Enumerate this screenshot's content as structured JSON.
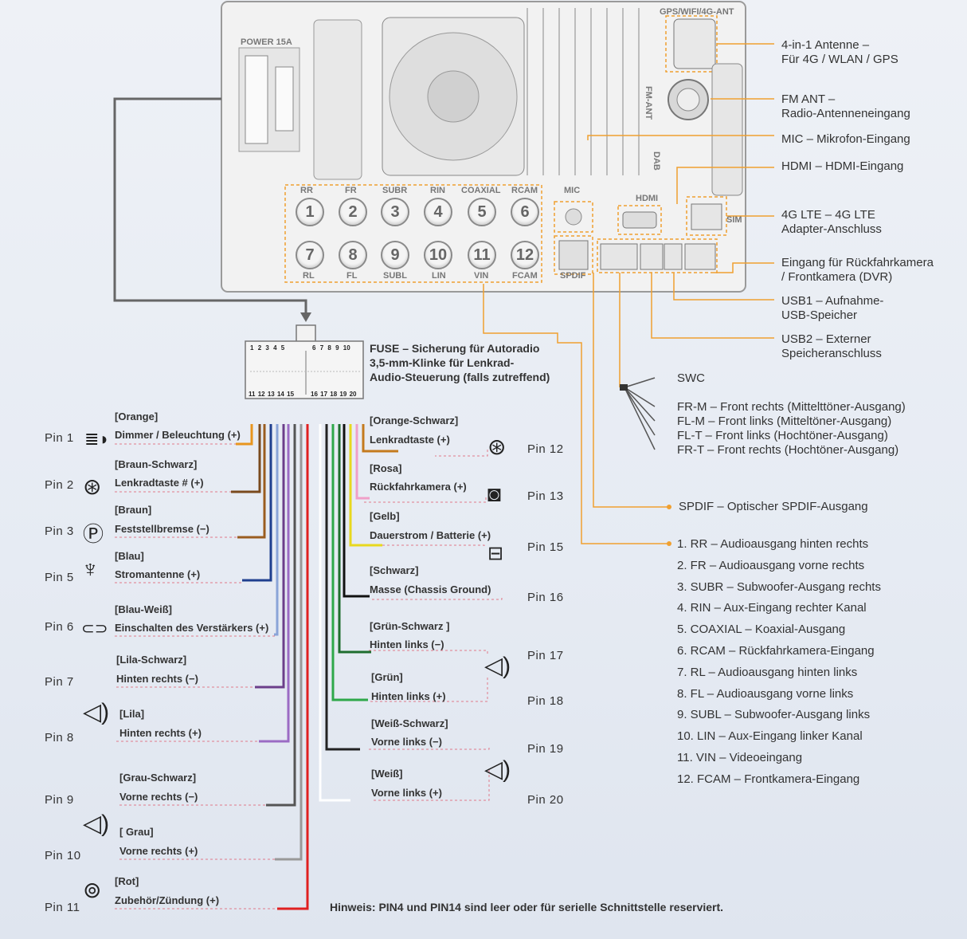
{
  "unit": {
    "power_label": "POWER 15A",
    "antenna_label": "GPS/WIFI/4G-ANT",
    "fm_label": "FM-ANT",
    "dab_label": "DAB",
    "mic_label": "MIC",
    "hdmi_label": "HDMI",
    "sim_label": "SIM",
    "spdif_label": "SPDIF",
    "top_ports": [
      "RR",
      "FR",
      "SUBR",
      "RIN",
      "COAXIAL",
      "RCAM"
    ],
    "top_numbers": [
      "1",
      "2",
      "3",
      "4",
      "5",
      "6"
    ],
    "bottom_ports": [
      "RL",
      "FL",
      "SUBL",
      "LIN",
      "VIN",
      "FCAM"
    ],
    "bottom_numbers": [
      "7",
      "8",
      "9",
      "10",
      "11",
      "12"
    ]
  },
  "right_callouts": [
    {
      "line1": "4-in-1 Antenne –",
      "line2": "Für 4G / WLAN / GPS"
    },
    {
      "line1": "FM ANT –",
      "line2": "Radio-Antenneneingang"
    },
    {
      "line1": "MIC – Mikrofon-Eingang",
      "line2": ""
    },
    {
      "line1": "HDMI – HDMI-Eingang",
      "line2": ""
    },
    {
      "line1": "4G LTE – 4G LTE",
      "line2": "Adapter-Anschluss"
    },
    {
      "line1": "Eingang für Rückfahrkamera",
      "line2": "/ Frontkamera (DVR)"
    },
    {
      "line1": "USB1 – Aufnahme-",
      "line2": "USB-Speicher"
    },
    {
      "line1": "USB2 – Externer",
      "line2": "Speicheranschluss"
    }
  ],
  "swc": {
    "label": "SWC",
    "items": [
      "FR-M – Front rechts (Mittelttöner-Ausgang)",
      "FL-M – Front links (Mitteltöner-Ausgang)",
      "FL-T – Front links (Hochtöner-Ausgang)",
      "FR-T – Front rechts (Hochtöner-Ausgang)"
    ]
  },
  "spdif_callout": "SPDIF – Optischer SPDIF-Ausgang",
  "rca_list": [
    "1. RR – Audioausgang hinten rechts",
    "2. FR – Audioausgang vorne rechts",
    "3. SUBR – Subwoofer-Ausgang rechts",
    "4. RIN – Aux-Eingang rechter Kanal",
    "5. COAXIAL – Koaxial-Ausgang",
    "6. RCAM – Rückfahrkamera-Eingang",
    "7. RL – Audioausgang hinten links",
    "8. FL – Audioausgang vorne links",
    "9. SUBL – Subwoofer-Ausgang links",
    "10. LIN – Aux-Eingang linker Kanal",
    "11. VIN – Videoeingang",
    "12. FCAM – Frontkamera-Eingang"
  ],
  "connector": {
    "top_left": [
      "1",
      "2",
      "3",
      "4",
      "5"
    ],
    "top_right": [
      "6",
      "7",
      "8",
      "9",
      "10"
    ],
    "bottom_left": [
      "11",
      "12",
      "13",
      "14",
      "15"
    ],
    "bottom_right": [
      "16",
      "17",
      "18",
      "19",
      "20"
    ]
  },
  "fuse_note": [
    "FUSE – Sicherung für Autoradio",
    "3,5-mm-Klinke für Lenkrad-",
    "Audio-Steuerung (falls zutreffend)"
  ],
  "left_pins": [
    {
      "pin": "Pin 1",
      "color_name": "[Orange]",
      "function": "Dimmer / Beleuchtung (+)",
      "wire": "#e8951e",
      "icon": "light-icon"
    },
    {
      "pin": "Pin 2",
      "color_name": "[Braun-Schwarz]",
      "function": "Lenkradtaste # (+)",
      "wire": "#7a4a1e",
      "icon": "steering-wheel-icon"
    },
    {
      "pin": "Pin 3",
      "color_name": "[Braun]",
      "function": "Feststellbremse (−)",
      "wire": "#9a5c1f",
      "icon": "parking-brake-icon"
    },
    {
      "pin": "Pin 5",
      "color_name": "[Blau]",
      "function": "Stromantenne (+)",
      "wire": "#1f3f8f",
      "icon": "antenna-icon"
    },
    {
      "pin": "Pin 6",
      "color_name": "[Blau-Weiß]",
      "function": "Einschalten des Verstärkers (+)",
      "wire": "#8aa4d8",
      "icon": "amplifier-icon"
    },
    {
      "pin": "Pin 7",
      "color_name": "[Lila-Schwarz]",
      "function": "Hinten rechts (−)",
      "wire": "#6b3e8a",
      "icon": ""
    },
    {
      "pin": "Pin 8",
      "color_name": "[Lila]",
      "function": "Hinten rechts (+)",
      "wire": "#9b6bc4",
      "icon": "speaker-icon"
    },
    {
      "pin": "Pin 9",
      "color_name": "[Grau-Schwarz]",
      "function": "Vorne rechts (−)",
      "wire": "#555555",
      "icon": ""
    },
    {
      "pin": "Pin 10",
      "color_name": "[ Grau]",
      "function": "Vorne rechts (+)",
      "wire": "#999999",
      "icon": "speaker-icon"
    },
    {
      "pin": "Pin 11",
      "color_name": "[Rot]",
      "function": "Zubehör/Zündung (+)",
      "wire": "#e02020",
      "icon": "ignition-icon"
    }
  ],
  "right_pins": [
    {
      "pin": "Pin 12",
      "color_name": "[Orange-Schwarz]",
      "function": "Lenkradtaste (+)",
      "wire": "#c47a1e",
      "icon": "steering-wheel-icon"
    },
    {
      "pin": "Pin 13",
      "color_name": "[Rosa]",
      "function": "Rückfahrkamera (+)",
      "wire": "#f0a0c8",
      "icon": "camera-icon"
    },
    {
      "pin": "Pin 15",
      "color_name": "[Gelb]",
      "function": "Dauerstrom / Batterie (+)",
      "wire": "#e8d81e",
      "icon": "battery-icon"
    },
    {
      "pin": "Pin 16",
      "color_name": "[Schwarz]",
      "function": "Masse (Chassis Ground)",
      "wire": "#111111",
      "icon": ""
    },
    {
      "pin": "Pin 17",
      "color_name": "[Grün-Schwarz ]",
      "function": "Hinten links (−)",
      "wire": "#1e6e2e",
      "icon": "speaker-icon"
    },
    {
      "pin": "Pin 18",
      "color_name": "[Grün]",
      "function": "Hinten links (+)",
      "wire": "#2ea84a",
      "icon": ""
    },
    {
      "pin": "Pin 19",
      "color_name": "[Weiß-Schwarz]",
      "function": "Vorne links (−)",
      "wire": "#222222",
      "icon": "speaker-icon"
    },
    {
      "pin": "Pin 20",
      "color_name": "[Weiß]",
      "function": "Vorne links (+)",
      "wire": "#ffffff",
      "icon": ""
    }
  ],
  "footnote": "Hinweis: PIN4 und PIN14 sind leer oder für serielle Schnittstelle reserviert.",
  "colors": {
    "accent": "#f0a030",
    "frame": "#555555"
  }
}
